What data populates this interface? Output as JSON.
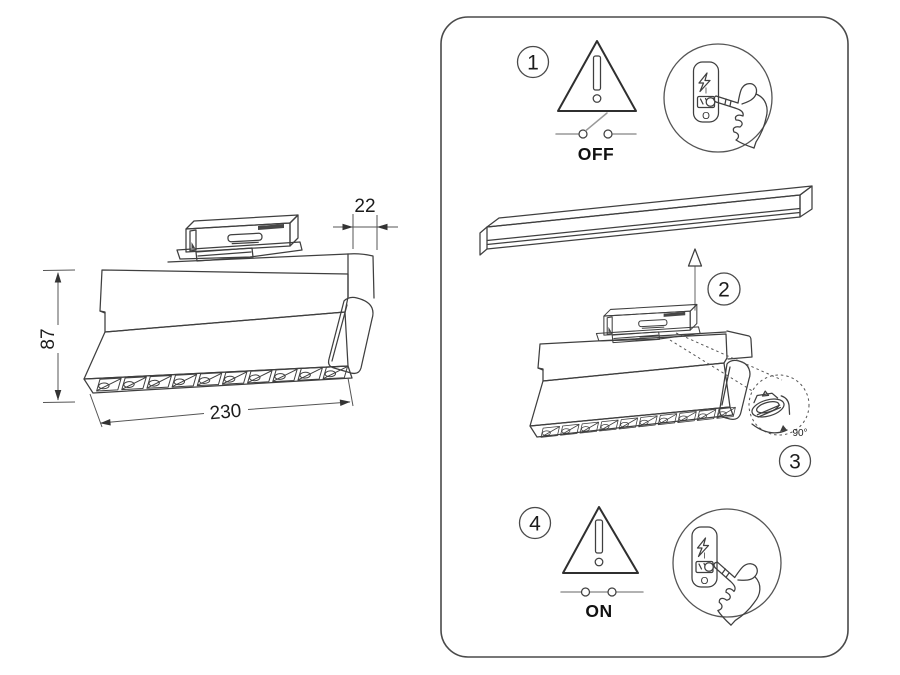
{
  "colors": {
    "background": "#ffffff",
    "line": "#3f3f3f",
    "wire_gray": "#999999",
    "dimension": "#333333",
    "text": "#1c1c1c"
  },
  "dimension_drawing": {
    "height_mm": "87",
    "length_mm": "230",
    "adapter_depth_mm": "22",
    "louver_cell_count": 10
  },
  "instruction_panel": {
    "steps": [
      {
        "number": "1",
        "power_label": "OFF"
      },
      {
        "number": "2"
      },
      {
        "number": "3",
        "rotation_label": "90°"
      },
      {
        "number": "4",
        "power_label": "ON"
      }
    ],
    "switch_plate": {
      "on_mark": "I",
      "off_mark": "O"
    }
  }
}
